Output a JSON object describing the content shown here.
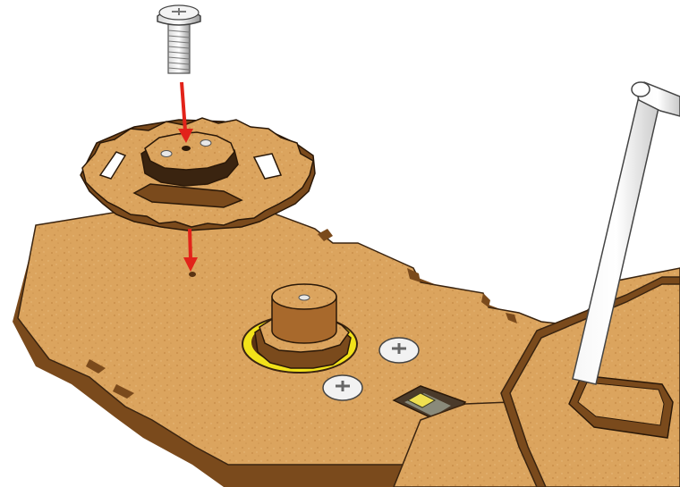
{
  "illustration": {
    "kind": "exploded assembly step",
    "parts": [
      "machine-screw",
      "gear-assembly",
      "base-plate",
      "gear-hub",
      "washer-screw-heads",
      "micro-switch",
      "support-rod",
      "rear-panel"
    ],
    "arrow_color": "#e2231a",
    "wood_color": "#d9a05a",
    "wood_edge_color": "#7a4a1c",
    "yellow_washer_color": "#f2e21a"
  }
}
